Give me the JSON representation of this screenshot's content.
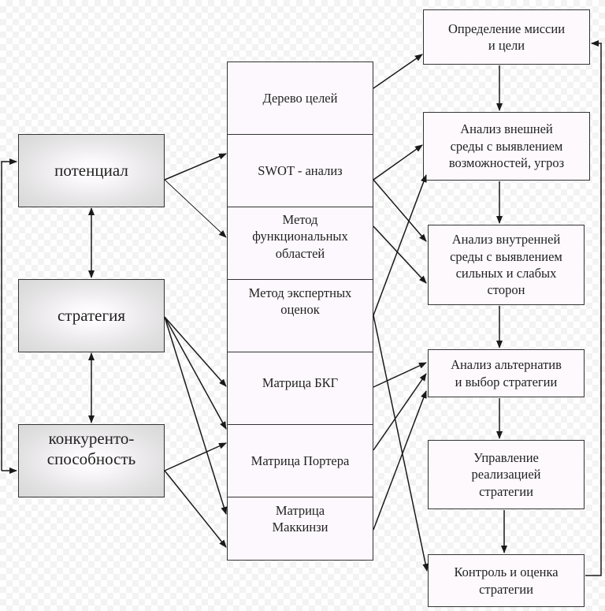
{
  "left_column": {
    "potential": "потенциал",
    "strategy": "стратегия",
    "competitiveness_line1": "конкуренто-",
    "competitiveness_line2": "способность"
  },
  "methods": [
    {
      "id": "goal-tree",
      "lines": [
        "Дерево целей"
      ]
    },
    {
      "id": "swot",
      "lines": [
        "SWOT - анализ"
      ]
    },
    {
      "id": "functional-areas",
      "lines": [
        "Метод",
        "функциональных",
        "областей"
      ]
    },
    {
      "id": "expert-assessment",
      "lines": [
        "Метод экспертных",
        "оценок"
      ]
    },
    {
      "id": "bcg-matrix",
      "lines": [
        "Матрица БКГ"
      ]
    },
    {
      "id": "porter-matrix",
      "lines": [
        "Матрица Портера"
      ]
    },
    {
      "id": "mckinsey-matrix",
      "lines": [
        "Матрица",
        "Маккинзи"
      ]
    }
  ],
  "process_steps": [
    {
      "id": "mission",
      "lines": [
        "Определение миссии",
        "и цели"
      ]
    },
    {
      "id": "external-analysis",
      "lines": [
        "Анализ внешней",
        "среды с выявлением",
        "возможностей, угроз"
      ]
    },
    {
      "id": "internal-analysis",
      "lines": [
        "Анализ внутренней",
        "среды с выявлением",
        "сильных и слабых",
        "сторон"
      ]
    },
    {
      "id": "alternatives",
      "lines": [
        "Анализ альтернатив",
        "и выбор стратегии"
      ]
    },
    {
      "id": "implementation",
      "lines": [
        "Управление",
        "реализацией",
        "стратегии"
      ]
    },
    {
      "id": "control",
      "lines": [
        "Контроль и оценка",
        "стратегии"
      ]
    }
  ],
  "colors": {
    "line": "#222222",
    "left_box_edge": "#d8d8d8",
    "center_fill": "#fdf8fd"
  }
}
